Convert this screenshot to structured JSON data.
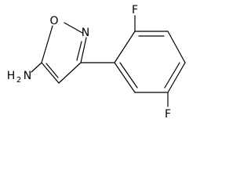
{
  "molecule": {
    "atoms": {
      "oxygen": "O",
      "nitrogen": "N",
      "fluorine_top": "F",
      "fluorine_bottom": "F",
      "amine_main": "H",
      "amine_sub": "2",
      "amine_n": "N"
    }
  }
}
